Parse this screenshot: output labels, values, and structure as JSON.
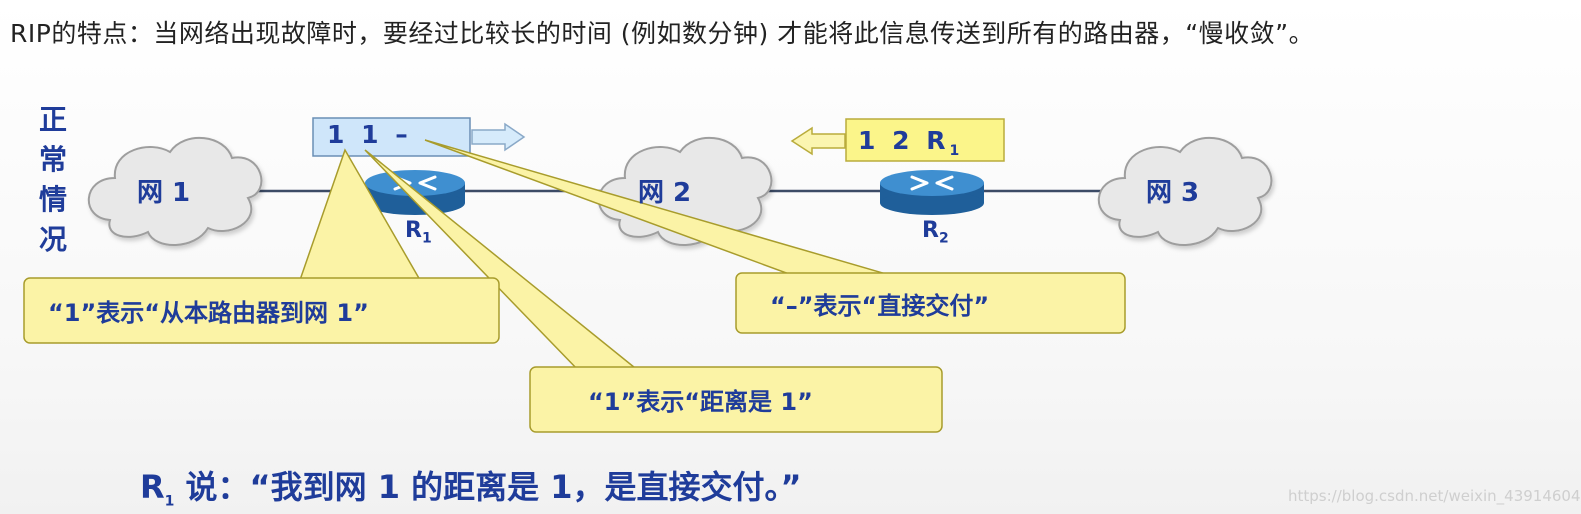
{
  "header": {
    "text": "RIP的特点：当网络出现故障时，要经过比较长的时间 (例如数分钟) 才能将此信息传送到所有的路由器，“慢收敛”。"
  },
  "side_label": {
    "chars": [
      "正",
      "常",
      "情",
      "况"
    ]
  },
  "networks": [
    {
      "label": "网 1"
    },
    {
      "label": "网 2"
    },
    {
      "label": "网 3"
    }
  ],
  "routers": [
    {
      "label": "R",
      "sub": "1"
    },
    {
      "label": "R",
      "sub": "2"
    }
  ],
  "routing_updates": {
    "r1": {
      "entry": "1  1  –"
    },
    "r2": {
      "entry": "1  2  R",
      "sub": "1"
    }
  },
  "callouts": {
    "from_router": "“1”表示“从本路由器到网 1”",
    "distance": "“1”表示“距离是 1”",
    "direct": "“–”表示“直接交付”"
  },
  "summary": {
    "speaker": "R",
    "sub": "1",
    "text": " 说：“我到网 1 的距离是 1，是直接交付。”"
  },
  "watermark": "https://blog.csdn.net/weixin_43914604",
  "colors": {
    "text_blue": "#1f3c9a",
    "callout_fill": "#fbf3a6",
    "router_blue": "#3a86c6",
    "cloud_fill": "#e8e8e8",
    "table_fill": "#cfe6fa"
  }
}
